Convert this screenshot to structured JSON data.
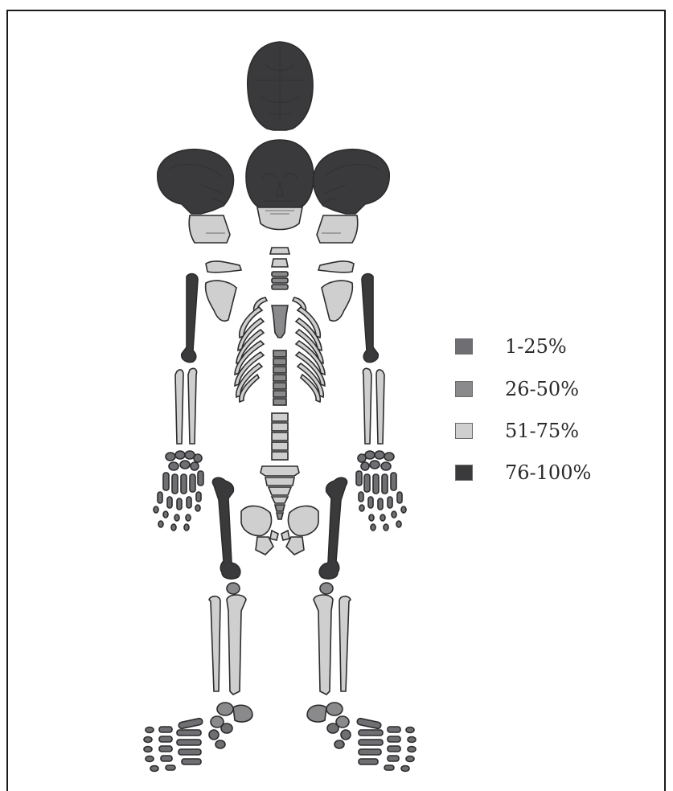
{
  "colors": {
    "outline": "#2c2c2c",
    "c_1_25": "#6f6f73",
    "c_26_50": "#8a8a8c",
    "c_51_75": "#cfcfcf",
    "c_76_100": "#3a3a3c"
  },
  "legend": {
    "items": [
      {
        "label": "1-25%",
        "color": "#6f6f73"
      },
      {
        "label": "26-50%",
        "color": "#8a8a8c"
      },
      {
        "label": "51-75%",
        "color": "#cfcfcf"
      },
      {
        "label": "76-100%",
        "color": "#3a3a3c"
      }
    ]
  }
}
